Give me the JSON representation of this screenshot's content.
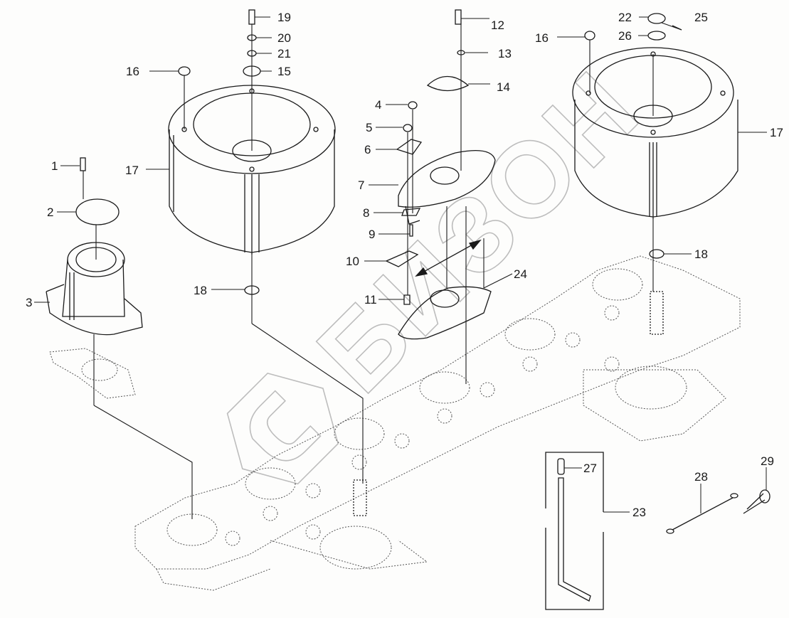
{
  "diagram": {
    "type": "exploded-parts-diagram",
    "subject": "Disc mower cutter bar assembly",
    "watermark": "БИЗОН",
    "colors": {
      "line": "#1a1a1a",
      "dotted": "#555555",
      "watermark": "#bdbdbd",
      "background": "#fdfdfc"
    },
    "callouts": [
      {
        "id": "c1",
        "label": "1",
        "part": "screw"
      },
      {
        "id": "c2",
        "label": "2",
        "part": "cover-plate"
      },
      {
        "id": "c3",
        "label": "3",
        "part": "drum-cone-housing"
      },
      {
        "id": "c4",
        "label": "4",
        "part": "nut"
      },
      {
        "id": "c5",
        "label": "5",
        "part": "nut"
      },
      {
        "id": "c6",
        "label": "6",
        "part": "blade-guard"
      },
      {
        "id": "c7",
        "label": "7",
        "part": "cutting-disc"
      },
      {
        "id": "c8",
        "label": "8",
        "part": "plate"
      },
      {
        "id": "c9",
        "label": "9",
        "part": "bolt"
      },
      {
        "id": "c10",
        "label": "10",
        "part": "blade"
      },
      {
        "id": "c11",
        "label": "11",
        "part": "blade-bolt"
      },
      {
        "id": "c12",
        "label": "12",
        "part": "bolt"
      },
      {
        "id": "c13",
        "label": "13",
        "part": "washer"
      },
      {
        "id": "c14",
        "label": "14",
        "part": "disc-cap"
      },
      {
        "id": "c15",
        "label": "15",
        "part": "washer"
      },
      {
        "id": "c16a",
        "label": "16",
        "part": "plug"
      },
      {
        "id": "c16b",
        "label": "16",
        "part": "plug"
      },
      {
        "id": "c17a",
        "label": "17",
        "part": "drum"
      },
      {
        "id": "c17b",
        "label": "17",
        "part": "drum"
      },
      {
        "id": "c18a",
        "label": "18",
        "part": "o-ring"
      },
      {
        "id": "c18b",
        "label": "18",
        "part": "o-ring"
      },
      {
        "id": "c19",
        "label": "19",
        "part": "bolt"
      },
      {
        "id": "c20",
        "label": "20",
        "part": "lock-washer"
      },
      {
        "id": "c21",
        "label": "21",
        "part": "washer"
      },
      {
        "id": "c22",
        "label": "22",
        "part": "bushing"
      },
      {
        "id": "c23",
        "label": "23",
        "part": "blade-key-kit"
      },
      {
        "id": "c24",
        "label": "24",
        "part": "cutting-disc"
      },
      {
        "id": "c25",
        "label": "25",
        "part": "screw"
      },
      {
        "id": "c26",
        "label": "26",
        "part": "washer"
      },
      {
        "id": "c27",
        "label": "27",
        "part": "sleeve"
      },
      {
        "id": "c28",
        "label": "28",
        "part": "cable"
      },
      {
        "id": "c29",
        "label": "29",
        "part": "spring-clip"
      }
    ]
  }
}
